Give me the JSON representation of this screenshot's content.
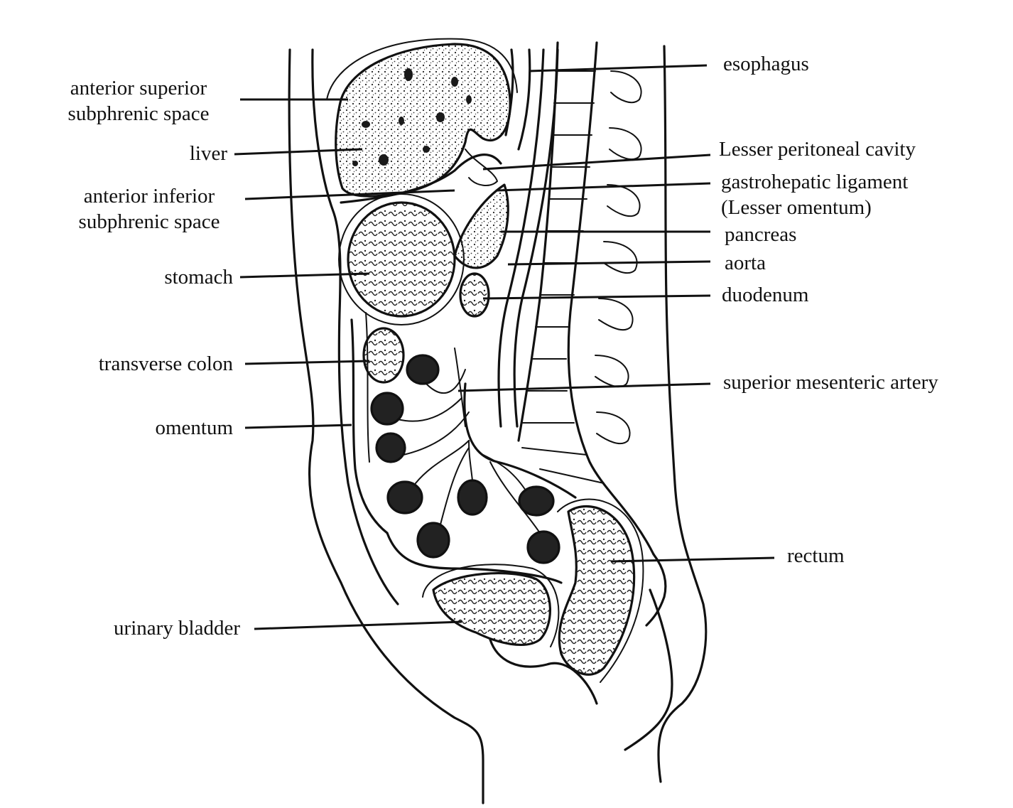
{
  "diagram": {
    "labels": {
      "anterior_superior_line1": "anterior superior",
      "anterior_superior_line2": "subphrenic space",
      "liver": "liver",
      "anterior_inferior_line1": "anterior inferior",
      "anterior_inferior_line2": "subphrenic space",
      "stomach": "stomach",
      "transverse_colon": "transverse colon",
      "omentum": "omentum",
      "urinary_bladder": "urinary bladder",
      "esophagus": "esophagus",
      "lesser_peritoneal_cavity": "Lesser peritoneal cavity",
      "gastrohepatic_line1": "gastrohepatic ligament",
      "gastrohepatic_line2": "(Lesser omentum)",
      "pancreas": "pancreas",
      "aorta": "aorta",
      "duodenum": "duodenum",
      "superior_mesenteric_artery": "superior mesenteric artery",
      "rectum": "rectum"
    },
    "colors": {
      "ink": "#111111",
      "background": "#ffffff"
    }
  }
}
